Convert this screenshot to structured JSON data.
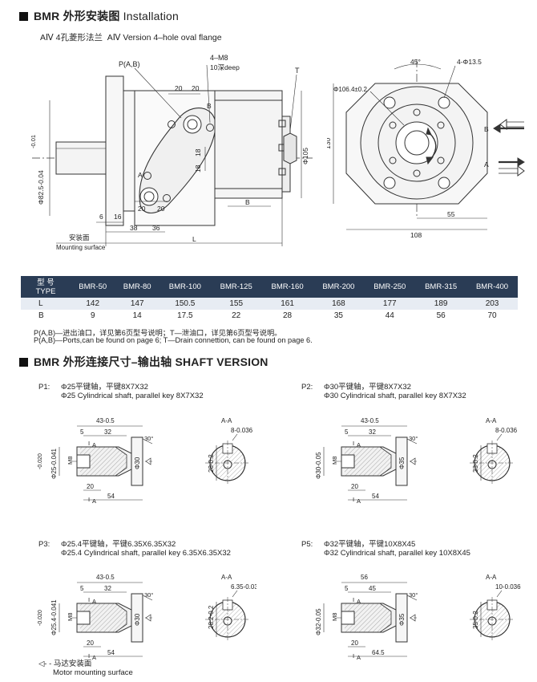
{
  "section1": {
    "title_cn": "BMR 外形安装图",
    "title_en": "Installation"
  },
  "flange_caption": {
    "cn": "AⅣ 4孔菱形法兰",
    "en": "AⅣ Version 4–hole oval flange"
  },
  "drawing1": {
    "port_label": "P(A,B)",
    "thread_label": "4–M8",
    "thread_depth": "10深deep",
    "drain_label": "T",
    "dim_20a": "20",
    "dim_20b": "20",
    "dim_18a": "18",
    "dim_18b": "18",
    "dim_20c": "20",
    "dim_20d": "20",
    "shaft_dia": "Φ82.5-0.04",
    "shaft_tol": "-0.01",
    "body_dia": "Φ105",
    "dim_6": "6",
    "dim_16": "16",
    "dim_38": "38",
    "dim_36": "36",
    "dim_B": "B",
    "dim_L": "L",
    "port_a": "A",
    "port_b": "B",
    "mount_cn": "安装面",
    "mount_en": "Mounting surface"
  },
  "drawing2": {
    "angle": "45°",
    "holes": "4-Φ13.5",
    "pcd": "Φ106.4±0.2",
    "height": "130",
    "width_55": "55",
    "width_108": "108",
    "arrow_b": "B",
    "arrow_a": "A"
  },
  "table": {
    "header_cn": "型 号",
    "header_en": "TYPE",
    "models": [
      "BMR-50",
      "BMR-80",
      "BMR-100",
      "BMR-125",
      "BMR-160",
      "BMR-200",
      "BMR-250",
      "BMR-315",
      "BMR-400"
    ],
    "rows": [
      {
        "label": "L",
        "values": [
          "142",
          "147",
          "150.5",
          "155",
          "161",
          "168",
          "177",
          "189",
          "203"
        ]
      },
      {
        "label": "B",
        "values": [
          "9",
          "14",
          "17.5",
          "22",
          "28",
          "35",
          "44",
          "56",
          "70"
        ]
      }
    ]
  },
  "notes": {
    "cn": "P(A,B)—进出油口，详见第6页型号说明；T—泄油口，详见第6页型号说明。",
    "en": "P(A,B)—Ports,can be found on page 6; T—Drain connettion, can be found on page 6."
  },
  "section2": {
    "title_cn": "BMR 外形连接尺寸–输出轴",
    "title_en": "SHAFT VERSION"
  },
  "shafts": [
    {
      "id": "P1:",
      "line1": "Φ25平键轴，平键8X7X32",
      "line2": "Φ25 Cylindrical shaft, parallel key 8X7X32",
      "len_top": "43-0.5",
      "d5": "5",
      "d32": "32",
      "ia": "I",
      "ia2": "A",
      "angle": "30°",
      "tol": "-0.020",
      "dia": "Φ25-0.041",
      "m8": "M8",
      "phi_body": "Φ30",
      "d20": "20",
      "d54": "54",
      "sec_title": "A-A",
      "key_w": "8-0.036",
      "sec_dim": "28-0.2"
    },
    {
      "id": "P2:",
      "line1": "Φ30平键轴，平键8X7X32",
      "line2": "Φ30 Cylindrical shaft, parallel key 8X7X32",
      "len_top": "43-0.5",
      "d5": "5",
      "d32": "32",
      "ia": "I",
      "ia2": "A",
      "angle": "30°",
      "tol": "",
      "dia": "Φ30-0.05",
      "m8": "M8",
      "phi_body": "Φ35",
      "d20": "20",
      "d54": "54",
      "sec_title": "A-A",
      "key_w": "8-0.036",
      "sec_dim": "33-0.2"
    },
    {
      "id": "P3:",
      "line1": "Φ25.4平键轴，平键6.35X6.35X32",
      "line2": "Φ25.4 Cylindrical shaft, parallel key 6.35X6.35X32",
      "len_top": "43-0.5",
      "d5": "5",
      "d32": "32",
      "ia": "I",
      "ia2": "A",
      "angle": "30°",
      "tol": "-0.020",
      "dia": "Φ25.4-0.041",
      "m8": "M8",
      "phi_body": "Φ30",
      "d20": "20",
      "d54": "54",
      "sec_title": "A-A",
      "key_w": "6.35-0.03",
      "sec_dim": "28.2-0.2"
    },
    {
      "id": "P5:",
      "line1": "Φ32平键轴，平键10X8X45",
      "line2": "Φ32 Cylindrical shaft, parallel key 10X8X45",
      "len_top": "56",
      "d5": "5",
      "d32": "45",
      "ia": "I",
      "ia2": "A",
      "angle": "30°",
      "tol": "",
      "dia": "Φ32-0.05",
      "m8": "M8",
      "phi_body": "Φ35",
      "d20": "20",
      "d54": "64.5",
      "sec_title": "A-A",
      "key_w": "10-0.036",
      "sec_dim": "35-0.2"
    }
  ],
  "footer": {
    "cn": "马达安装面",
    "en": "Motor mounting surface"
  }
}
